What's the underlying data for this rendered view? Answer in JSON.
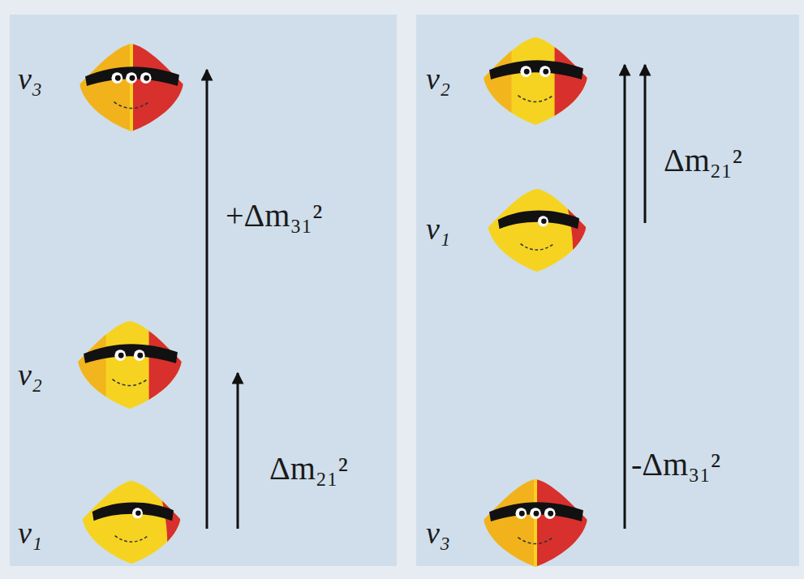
{
  "diagram": {
    "nodes": [
      {
        "text": [
          "ν₃",
          "+Δm₃₁²",
          "ν₂",
          "Δm₂₁²",
          "ν₁"
        ]
      },
      {
        "text": [
          "ν₂",
          "Δm₂₁²",
          "ν₁",
          "-Δm₃₁²",
          "ν₃"
        ]
      }
    ]
  }
}
